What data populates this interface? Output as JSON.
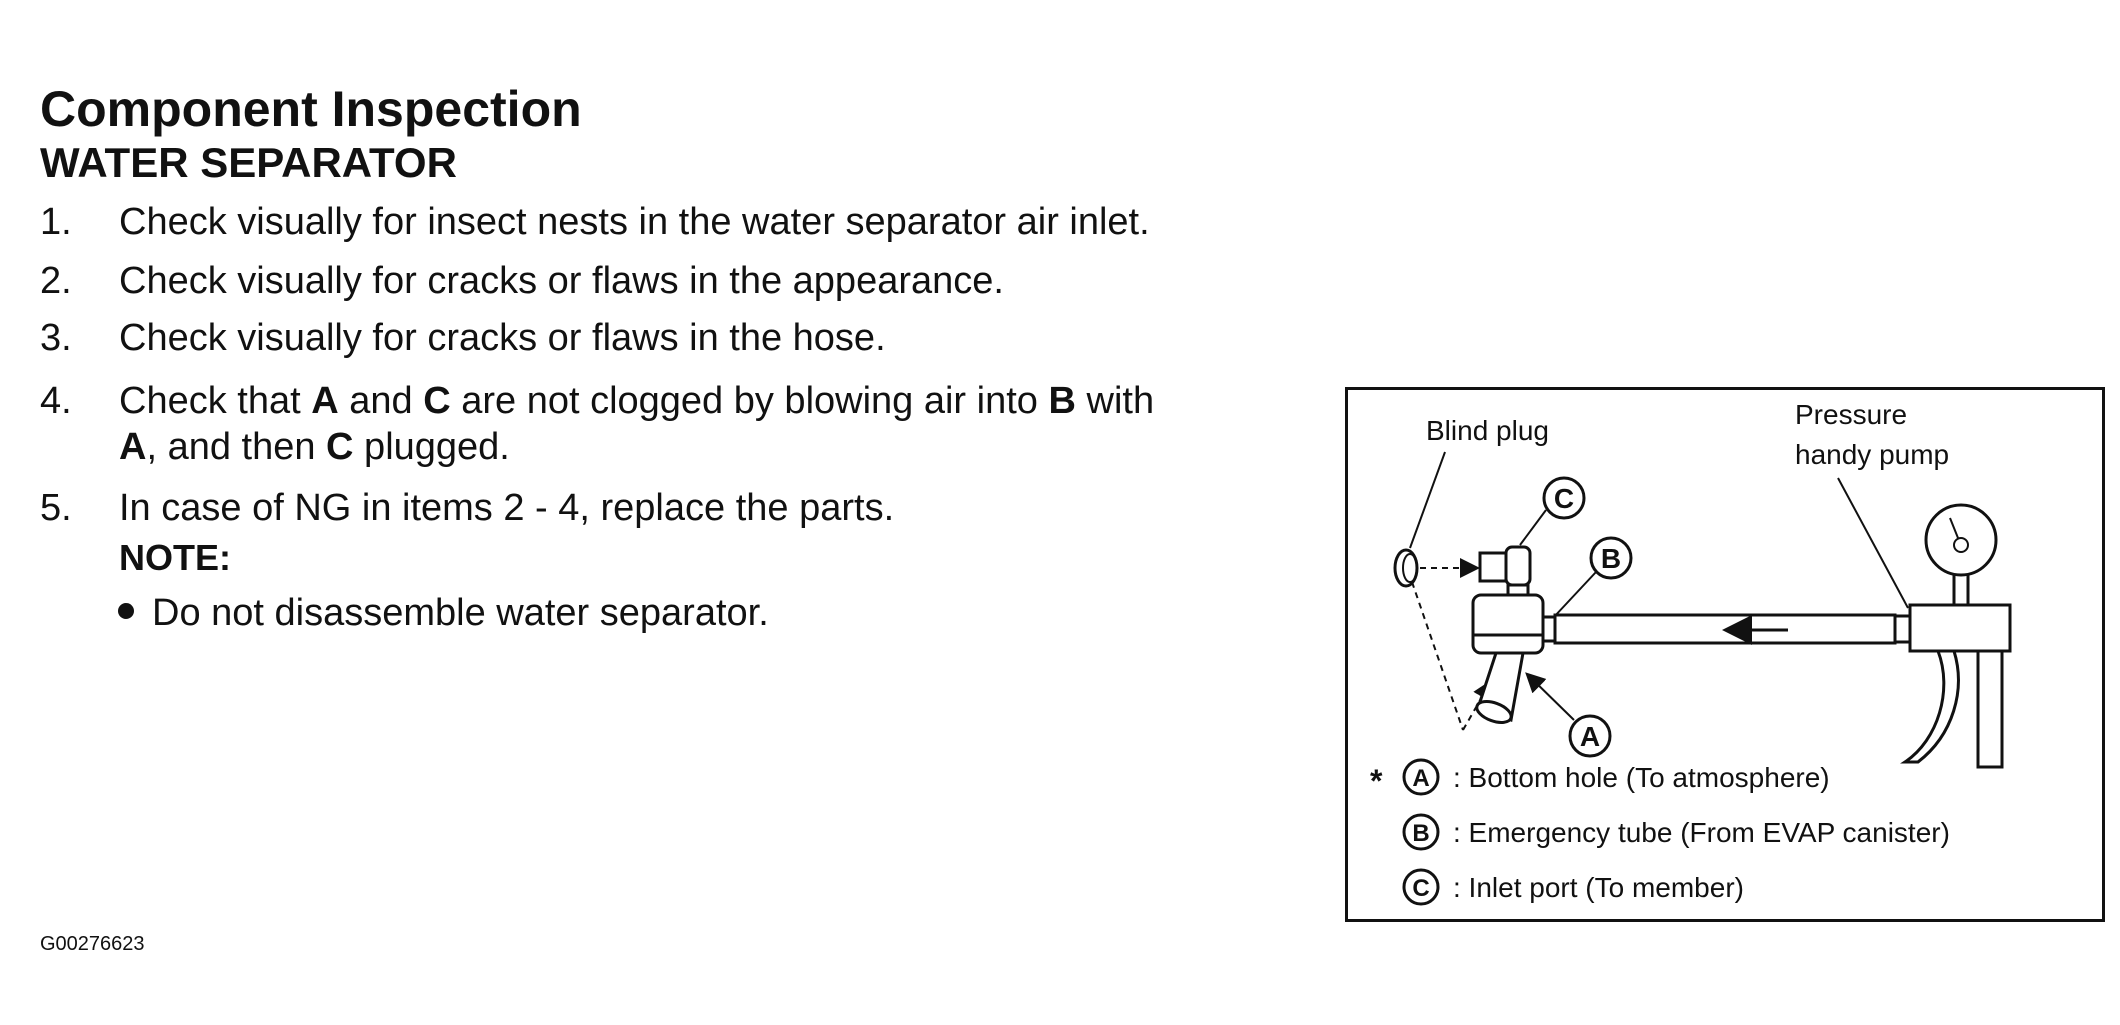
{
  "page": {
    "title": "Component Inspection",
    "section": "WATER SEPARATOR",
    "steps": [
      {
        "number": "1.",
        "line1": "Check visually for insect nests in the water separator air inlet."
      },
      {
        "number": "2.",
        "line1": "Check visually for cracks or flaws in the appearance."
      },
      {
        "number": "3.",
        "line1": "Check visually for cracks or flaws in the hose."
      },
      {
        "number": "4.",
        "p1": "Check that ",
        "a": "A",
        "p2": " and ",
        "c": "C",
        "p3": " are not clogged by blowing air into ",
        "b": "B",
        "p4": " with",
        "a2": "A",
        "p5": ", and then ",
        "c2": "C",
        "p6": " plugged."
      },
      {
        "number": "5.",
        "line1": "In case of NG in items 2 - 4, replace the parts."
      }
    ],
    "note": {
      "heading": "NOTE:",
      "bullet": "Do not disassemble water separator."
    },
    "reference_code": "G00276623"
  },
  "figure": {
    "labels": {
      "blind_plug": "Blind plug",
      "pump_line1": "Pressure",
      "pump_line2": "handy pump"
    },
    "callouts": {
      "a": "A",
      "b": "B",
      "c": "C"
    },
    "legend": {
      "asterisk": "*",
      "items": [
        {
          "letter": "A",
          "text": ": Bottom hole (To atmosphere)"
        },
        {
          "letter": "B",
          "text": ": Emergency tube (From EVAP canister)"
        },
        {
          "letter": "C",
          "text": ": Inlet port (To member)"
        }
      ]
    }
  }
}
